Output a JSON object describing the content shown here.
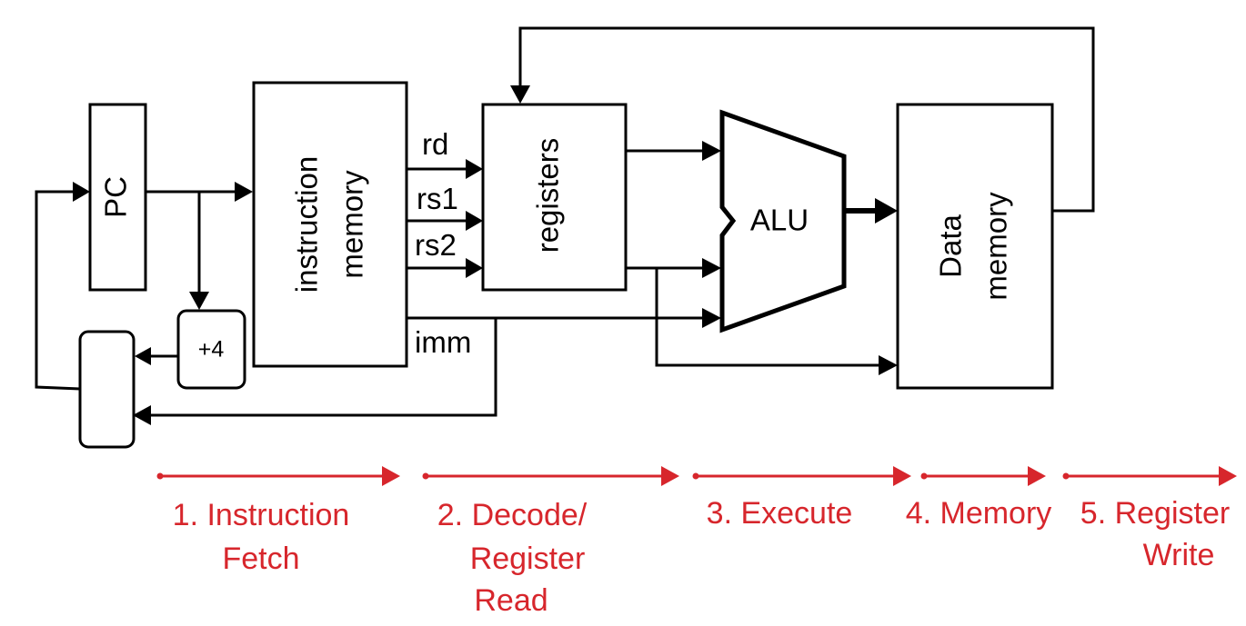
{
  "blocks": {
    "pc": "PC",
    "instruction_memory": [
      "instruction",
      "memory"
    ],
    "registers": "registers",
    "alu": "ALU",
    "data_memory": [
      "Data",
      "memory"
    ],
    "adder": "+4"
  },
  "signals": {
    "rd": "rd",
    "rs1": "rs1",
    "rs2": "rs2",
    "imm": "imm"
  },
  "stages": [
    {
      "lines": [
        "1. Instruction",
        "Fetch"
      ]
    },
    {
      "lines": [
        "2. Decode/",
        "Register",
        "Read"
      ]
    },
    {
      "lines": [
        "3. Execute"
      ]
    },
    {
      "lines": [
        "4. Memory"
      ]
    },
    {
      "lines": [
        "5. Register",
        "Write"
      ]
    }
  ],
  "colors": {
    "stage_annotation": "#d7262c",
    "diagram_lines": "#000000"
  }
}
